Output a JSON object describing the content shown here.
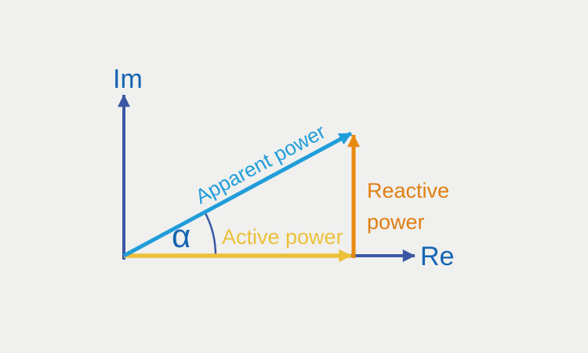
{
  "axes": {
    "im_label": "Im",
    "re_label": "Re"
  },
  "angle": {
    "symbol": "α"
  },
  "vectors": {
    "apparent": {
      "label": "Apparent power",
      "color": "#219dda"
    },
    "active": {
      "label": "Active power",
      "color": "#ecc13a"
    },
    "reactive": {
      "label": "Reactive power",
      "color": "#e8890f"
    }
  },
  "colors": {
    "bg": "#f0f0ee",
    "axis": "#3a57a5",
    "axis_label": "#1565b2",
    "apparent": "#219dda",
    "active": "#ecc13a",
    "reactive": "#e8890f",
    "reactive_label": "#e07f12"
  }
}
